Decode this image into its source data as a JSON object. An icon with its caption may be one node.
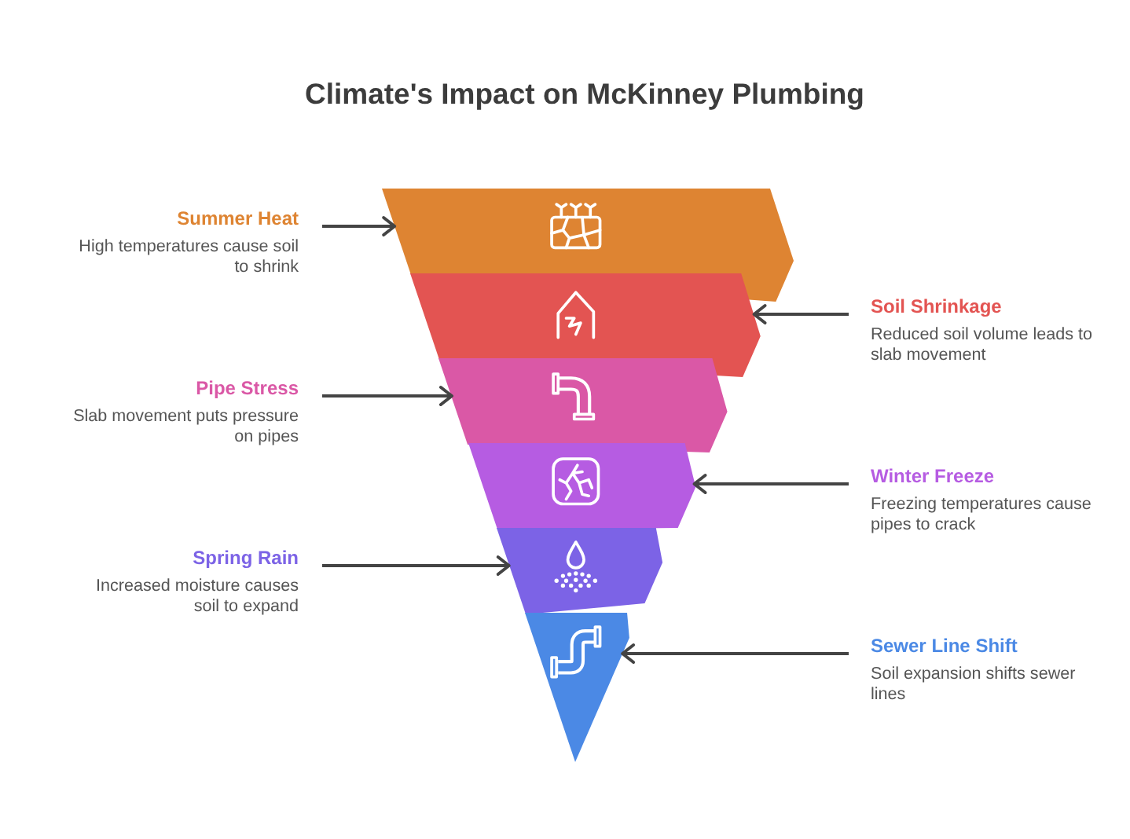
{
  "diagram": {
    "title": "Climate's Impact on McKinney Plumbing",
    "nodes": [
      {
        "text": [
          "Summer Heat",
          "High temperatures cause soil to shrink"
        ]
      },
      {
        "text": [],
        "shape": "trapezoid"
      },
      {
        "text": [],
        "shape": "trapezoid"
      },
      {
        "text": [
          "Soil Shrinkage",
          "Reduced soil volume leads to slab movement"
        ]
      },
      {
        "text": [
          "Pipe Stress",
          "Slab movement puts pressure on pipes"
        ]
      },
      {
        "text": [],
        "shape": "trapezoid"
      },
      {
        "text": [],
        "shape": "trapezoid"
      },
      {
        "text": [
          "Winter Freeze",
          "Freezing temperatures cause pipes to crack"
        ]
      },
      {
        "text": [
          "Spring Rain",
          "Increased moisture causes soil to expand"
        ]
      },
      {
        "text": [],
        "shape": "trapezoid"
      },
      {
        "text": [],
        "shape": "triangle"
      },
      {
        "text": [
          "Sewer Line Shift",
          "Soil expansion shifts sewer lines"
        ]
      }
    ],
    "edges": [
      {
        "from": 0,
        "to": 1,
        "arrow": "to"
      },
      {
        "from": 3,
        "to": 2,
        "arrow": "to"
      },
      {
        "from": 4,
        "to": 5,
        "arrow": "to"
      },
      {
        "from": 7,
        "to": 6,
        "arrow": "to"
      },
      {
        "from": 8,
        "to": 9,
        "arrow": "to"
      },
      {
        "from": 11,
        "to": 10,
        "arrow": "to"
      }
    ]
  }
}
